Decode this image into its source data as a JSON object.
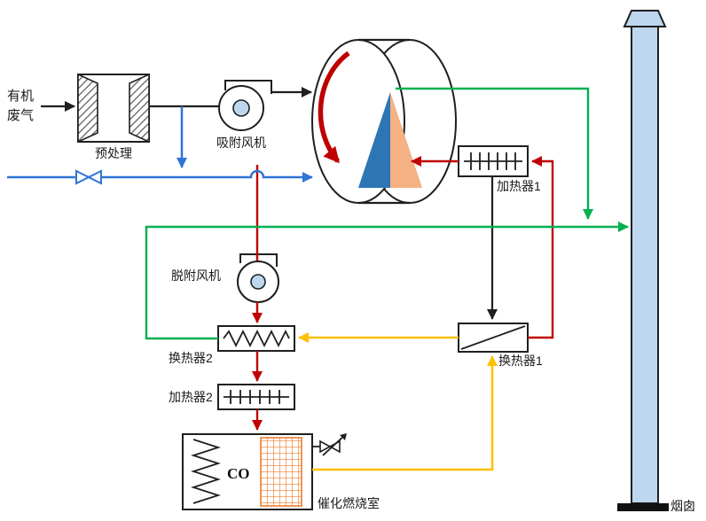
{
  "diagram": {
    "type": "process-flow-diagram",
    "labels": {
      "waste_gas_line1": "有机",
      "waste_gas_line2": "废气",
      "pretreatment": "预处理",
      "adsorption_fan": "吸附风机",
      "heater1": "加热器1",
      "desorption_fan": "脱附风机",
      "heat_exchanger2": "换热器2",
      "heater2": "加热器2",
      "co_label": "CO",
      "combustion_chamber": "催化燃烧室",
      "heat_exchanger1": "换热器1",
      "stack": "烟囱"
    },
    "colors": {
      "line_black": "#1f1f1f",
      "line_blue": "#2e75d6",
      "line_green": "#00b050",
      "line_red": "#c00000",
      "line_yellow": "#ffc000",
      "stack_fill": "#bdd7ee",
      "rotor_sector_blue": "#2e75b6",
      "rotor_sector_orange": "#f4b183",
      "catalyst_grid": "#ed7d31",
      "fan_hub_fill": "#bdd7ee"
    }
  }
}
